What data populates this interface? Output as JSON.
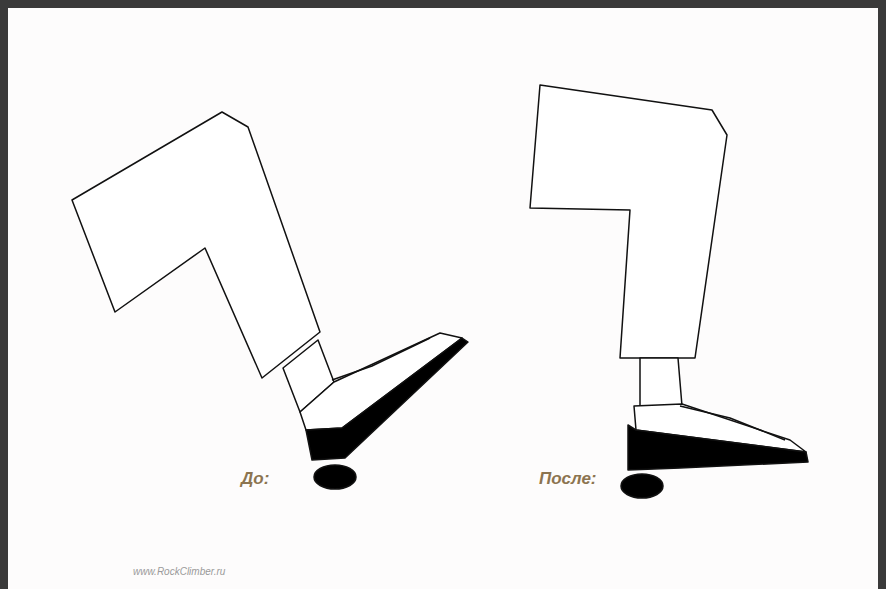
{
  "diagram": {
    "labels": [
      "До:",
      "После:",
      "www.RockClimber.ru"
    ]
  }
}
